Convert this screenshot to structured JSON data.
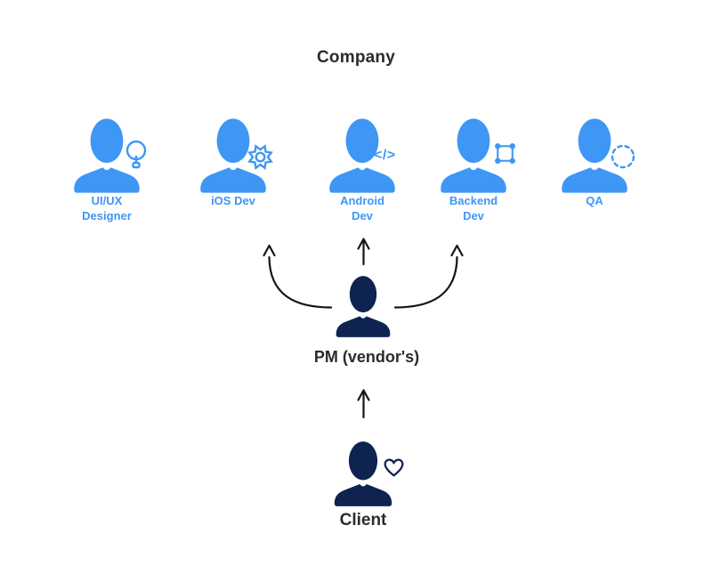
{
  "title": "Company",
  "team": {
    "members": [
      {
        "label": "UI/UX Designer",
        "icon": "lightbulb-icon"
      },
      {
        "label": "iOS Dev",
        "icon": "gear-icon"
      },
      {
        "label": "Android Dev",
        "icon": "code-icon"
      },
      {
        "label": "Backend Dev",
        "icon": "vector-square-icon"
      },
      {
        "label": "QA",
        "icon": "dashed-circle-icon"
      }
    ]
  },
  "pm": {
    "label": "PM (vendor's)"
  },
  "client": {
    "label": "Client"
  },
  "icons": {
    "code_glyph": "</>"
  },
  "colors": {
    "person_blue": "#3E96F5",
    "person_navy": "#0E2350",
    "label_blue": "#3E96F5",
    "text_dark": "#2B2B2B",
    "arrow": "#161616",
    "background": "#FFFFFF"
  }
}
